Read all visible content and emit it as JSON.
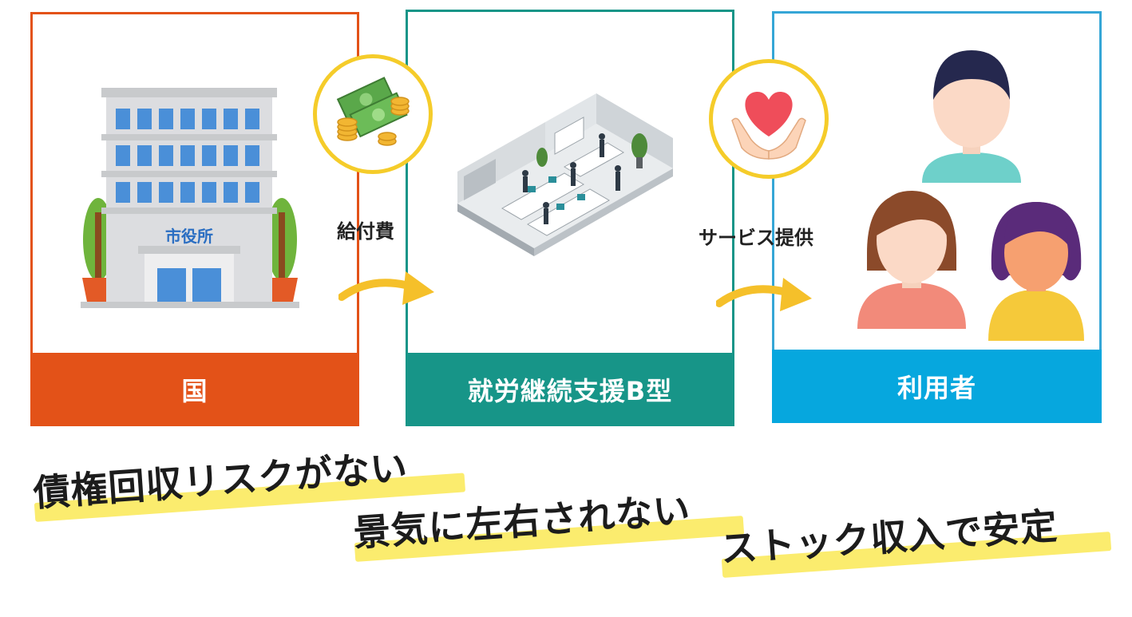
{
  "panels": {
    "government": {
      "label": "国",
      "building_sign": "市役所"
    },
    "office": {
      "label": "就労継続支援B型"
    },
    "users": {
      "label": "利用者"
    }
  },
  "flows": {
    "benefit": {
      "label": "給付費"
    },
    "service": {
      "label": "サービス提供"
    }
  },
  "slogans": [
    {
      "text": "債権回収リスクがない"
    },
    {
      "text": "景気に左右されない"
    },
    {
      "text": "ストック収入で安定"
    }
  ],
  "colors": {
    "government": "#e35218",
    "office": "#179588",
    "users": "#06a7de",
    "badge_ring": "#f5cc2a",
    "arrow": "#f5c02a",
    "highlight": "#fbec6e"
  },
  "icons": {
    "government": "city-hall-icon",
    "office": "office-illustration-icon",
    "users": "people-icon",
    "benefit": "money-icon",
    "service": "heart-hands-icon"
  }
}
